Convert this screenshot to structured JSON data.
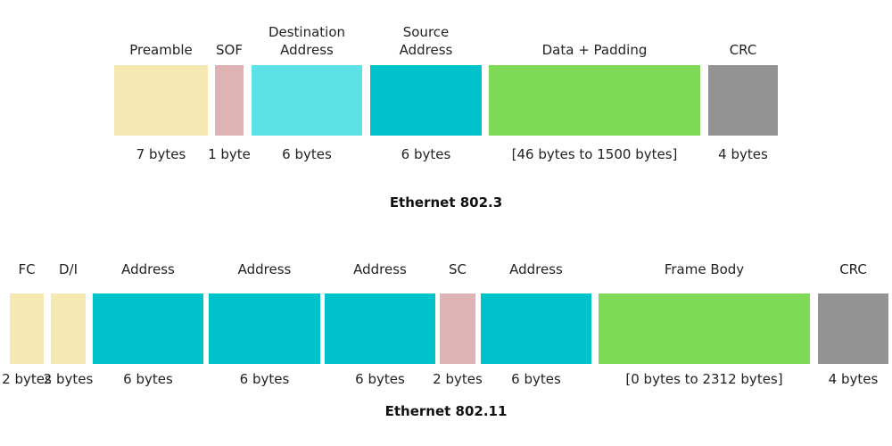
{
  "frames": [
    {
      "name": "Ethernet 802.3",
      "fields": [
        {
          "label": "Preamble",
          "size": "7 bytes",
          "color": "#f5e8b3"
        },
        {
          "label": "SOF",
          "size": "1 byte",
          "color": "#deb3b3"
        },
        {
          "label": "Destination\nAddress",
          "size": "6 bytes",
          "color": "#5ce1e6"
        },
        {
          "label": "Source\nAddress",
          "size": "6 bytes",
          "color": "#00c2cb"
        },
        {
          "label": "Data + Padding",
          "size": "[46 bytes to 1500 bytes]",
          "color": "#7ed957"
        },
        {
          "label": "CRC",
          "size": "4 bytes",
          "color": "#939393"
        }
      ]
    },
    {
      "name": "Ethernet 802.11",
      "fields": [
        {
          "label": "FC",
          "size": "2 bytes",
          "color": "#f5e8b3"
        },
        {
          "label": "D/I",
          "size": "2 bytes",
          "color": "#f5e8b3"
        },
        {
          "label": "Address",
          "size": "6 bytes",
          "color": "#00c2cb"
        },
        {
          "label": "Address",
          "size": "6 bytes",
          "color": "#00c2cb"
        },
        {
          "label": "Address",
          "size": "6 bytes",
          "color": "#00c2cb"
        },
        {
          "label": "SC",
          "size": "2 bytes",
          "color": "#deb3b3"
        },
        {
          "label": "Address",
          "size": "6 bytes",
          "color": "#00c2cb"
        },
        {
          "label": "Frame Body",
          "size": "[0 bytes to 2312 bytes]",
          "color": "#7ed957"
        },
        {
          "label": "CRC",
          "size": "4 bytes",
          "color": "#939393"
        }
      ]
    }
  ]
}
